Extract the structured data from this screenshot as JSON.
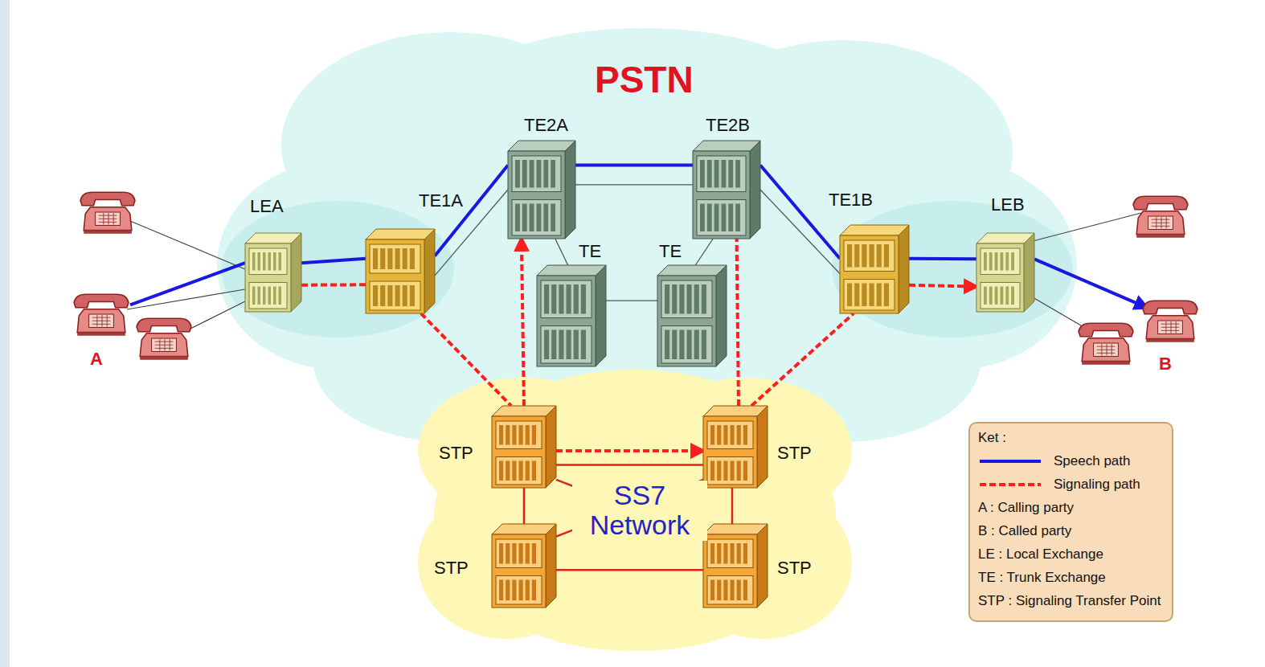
{
  "diagram": {
    "nodes": [
      {
        "text": [
          "LEA"
        ]
      },
      {
        "text": [
          "TE1A"
        ]
      },
      {
        "text": [
          "TE2A"
        ]
      },
      {
        "text": [
          "TE2B"
        ]
      },
      {
        "text": [
          "TE"
        ]
      },
      {
        "text": [
          "TE"
        ]
      },
      {
        "text": [
          "TE1B"
        ]
      },
      {
        "text": [
          "LEB"
        ]
      },
      {
        "text": [
          "STP"
        ]
      },
      {
        "text": [
          "STP"
        ]
      },
      {
        "text": [
          "STP"
        ]
      },
      {
        "text": [
          "STP"
        ]
      },
      {
        "text": [
          "A"
        ]
      },
      {
        "text": [
          "B"
        ]
      }
    ],
    "edges": [
      {
        "from": 12,
        "to": 0,
        "arrow": "none"
      },
      {
        "from": 0,
        "to": 1,
        "arrow": "none"
      },
      {
        "from": 1,
        "to": 2,
        "arrow": "none"
      },
      {
        "from": 2,
        "to": 3,
        "arrow": "none"
      },
      {
        "from": 3,
        "to": 6,
        "arrow": "none"
      },
      {
        "from": 6,
        "to": 7,
        "arrow": "none"
      },
      {
        "from": 7,
        "to": 13,
        "arrow": "to"
      },
      {
        "from": 0,
        "to": 1,
        "arrow": "none"
      },
      {
        "from": 1,
        "to": 8,
        "arrow": "none"
      },
      {
        "from": 8,
        "to": 2,
        "arrow": "to"
      },
      {
        "from": 8,
        "to": 9,
        "arrow": "to"
      },
      {
        "from": 9,
        "to": 3,
        "arrow": "none"
      },
      {
        "from": 9,
        "to": 6,
        "arrow": "none"
      },
      {
        "from": 6,
        "to": 7,
        "arrow": "to"
      },
      {
        "from": 2,
        "to": 4,
        "arrow": "none"
      },
      {
        "from": 4,
        "to": 5,
        "arrow": "none"
      },
      {
        "from": 5,
        "to": 3,
        "arrow": "none"
      },
      {
        "from": 2,
        "to": 3,
        "arrow": "none"
      },
      {
        "from": 8,
        "to": 10,
        "arrow": "none"
      },
      {
        "from": 9,
        "to": 11,
        "arrow": "none"
      },
      {
        "from": 10,
        "to": 11,
        "arrow": "none"
      },
      {
        "from": 8,
        "to": 11,
        "arrow": "none"
      },
      {
        "from": 9,
        "to": 10,
        "arrow": "none"
      },
      {
        "from": 1,
        "to": 2,
        "arrow": "none"
      },
      {
        "from": 3,
        "to": 6,
        "arrow": "none"
      },
      {
        "from": 8,
        "to": 9,
        "arrow": "none"
      }
    ],
    "labels": [
      "PSTN",
      "SS7 Network",
      "Ket :"
    ],
    "legend": [
      {
        "text": "Speech path"
      },
      {
        "text": "Signaling path"
      },
      {
        "text": "A : Calling party"
      },
      {
        "text": "B : Called party"
      },
      {
        "text": "LE : Local Exchange"
      },
      {
        "text": "TE : Trunk Exchange"
      },
      {
        "text": "STP : Signaling Transfer Point"
      }
    ]
  }
}
